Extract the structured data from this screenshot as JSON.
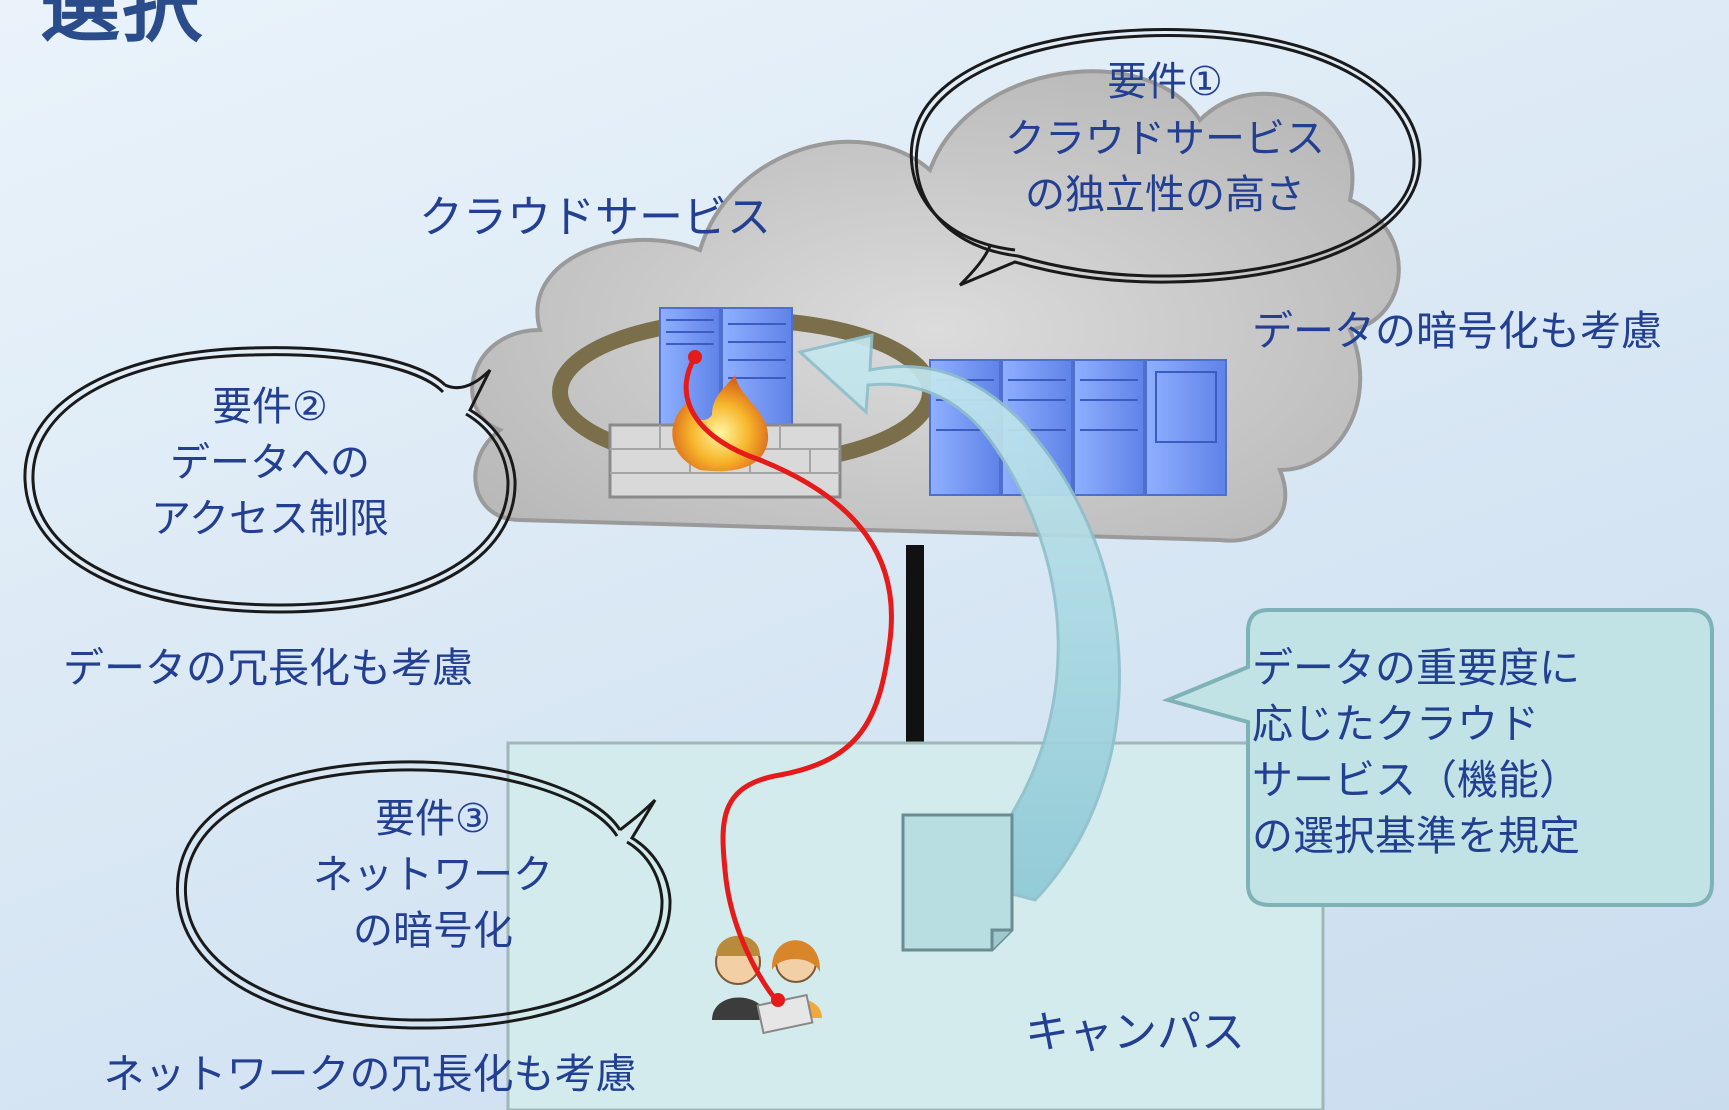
{
  "title_fragment": "選択",
  "cloud": {
    "label": "クラウドサービス",
    "encryption_note": "データの暗号化も考慮"
  },
  "requirements": [
    {
      "lines": [
        "要件①",
        "クラウドサービス",
        "の独立性の高さ"
      ]
    },
    {
      "lines": [
        "要件②",
        "データへの",
        "アクセス制限"
      ]
    },
    {
      "lines": [
        "要件③",
        "ネットワーク",
        "の暗号化"
      ]
    }
  ],
  "notes": {
    "data_redundancy": "データの冗長化も考慮",
    "network_redundancy": "ネットワークの冗長化も考慮"
  },
  "campus": {
    "label": "キャンパス"
  },
  "callout": {
    "lines": [
      "データの重要度に",
      "応じたクラウド",
      "サービス（機能）",
      "の選択基準を規定"
    ]
  },
  "colors": {
    "text": "#233f92",
    "cloud_fill": "#c9c9c9",
    "campus_fill": "#d3ebec",
    "callout_fill": "#c2e3e6",
    "server_blue": "#7c9cf2",
    "ring": "#7a6f4a",
    "network_path": "#e51b1b",
    "arrow_fill": "#a9d6df"
  }
}
